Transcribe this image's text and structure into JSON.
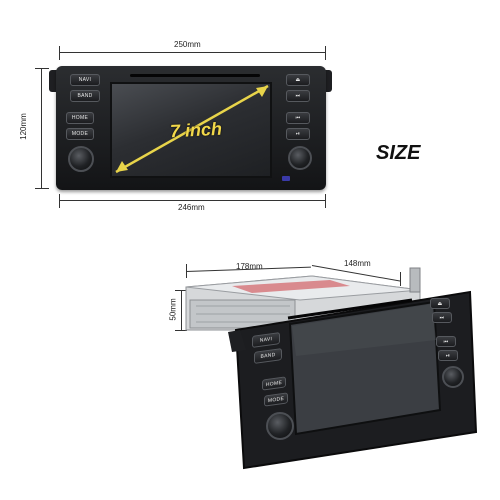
{
  "labels": {
    "width_top": "250mm",
    "height_left": "120mm",
    "width_bottom": "246mm",
    "screen_size": "7 inch",
    "size_title": "SIZE",
    "depth": "178mm",
    "depth_rear": "148mm",
    "chassis_height": "50mm"
  },
  "front_buttons": {
    "navi": "NAVI",
    "band": "BAND",
    "home": "HOME",
    "mode": "MODE"
  },
  "colors": {
    "arrow": "#e8d44a",
    "inch_text": "#f2d84a",
    "bezel": "#1a1b1e"
  }
}
